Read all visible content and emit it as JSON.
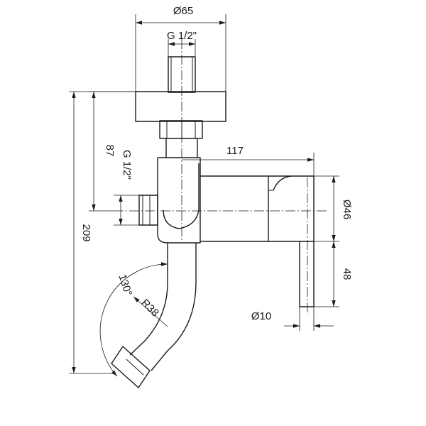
{
  "drawing": {
    "dimensions": {
      "flange_diameter": "Ø65",
      "top_thread": "G 1/2\"",
      "side_thread": "G 1/2\"",
      "height_to_axis": "87",
      "body_length": "117",
      "body_diameter": "Ø46",
      "lever_height": "48",
      "total_height": "209",
      "lever_diameter": "Ø10",
      "spout_angle": "130°",
      "bend_radius": "R38"
    }
  }
}
